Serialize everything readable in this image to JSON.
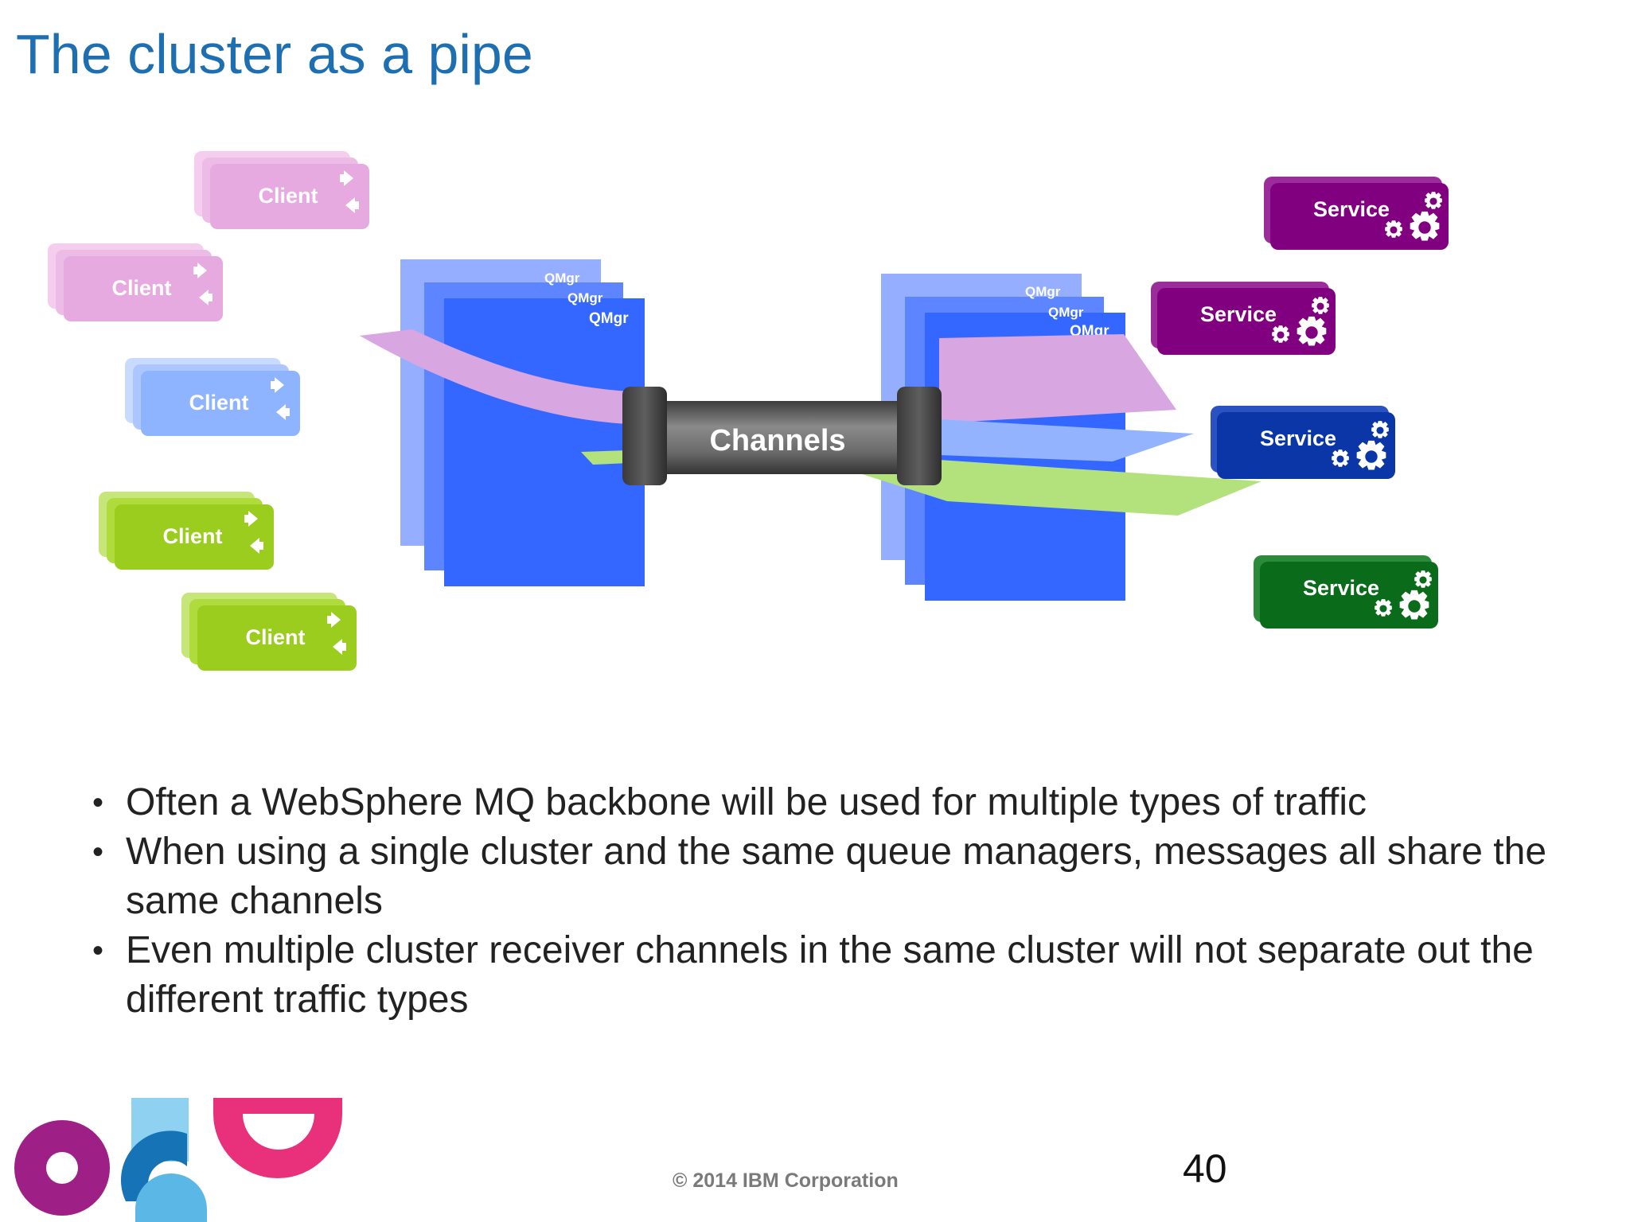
{
  "slide": {
    "title": "The cluster as a pipe",
    "copyright": "© 2014 IBM Corporation",
    "page_number": "40"
  },
  "diagram": {
    "client_label": "Client",
    "service_label": "Service",
    "qmgr_label": "QMgr",
    "channels_label": "Channels",
    "colors": {
      "pink": "#e6a9e0",
      "light_blue": "#8fb4ff",
      "green": "#9acd1e",
      "purple": "#800080",
      "dark_blue": "#0a36a8",
      "dark_green": "#0a6b1a",
      "qmgr_blue": "#3467ff"
    }
  },
  "bullets": [
    "Often a WebSphere MQ backbone will be used for multiple types of traffic",
    "When using a single cluster and the same queue managers, messages all share the same channels",
    "Even multiple cluster receiver channels in the same cluster will not separate out the different traffic types"
  ]
}
